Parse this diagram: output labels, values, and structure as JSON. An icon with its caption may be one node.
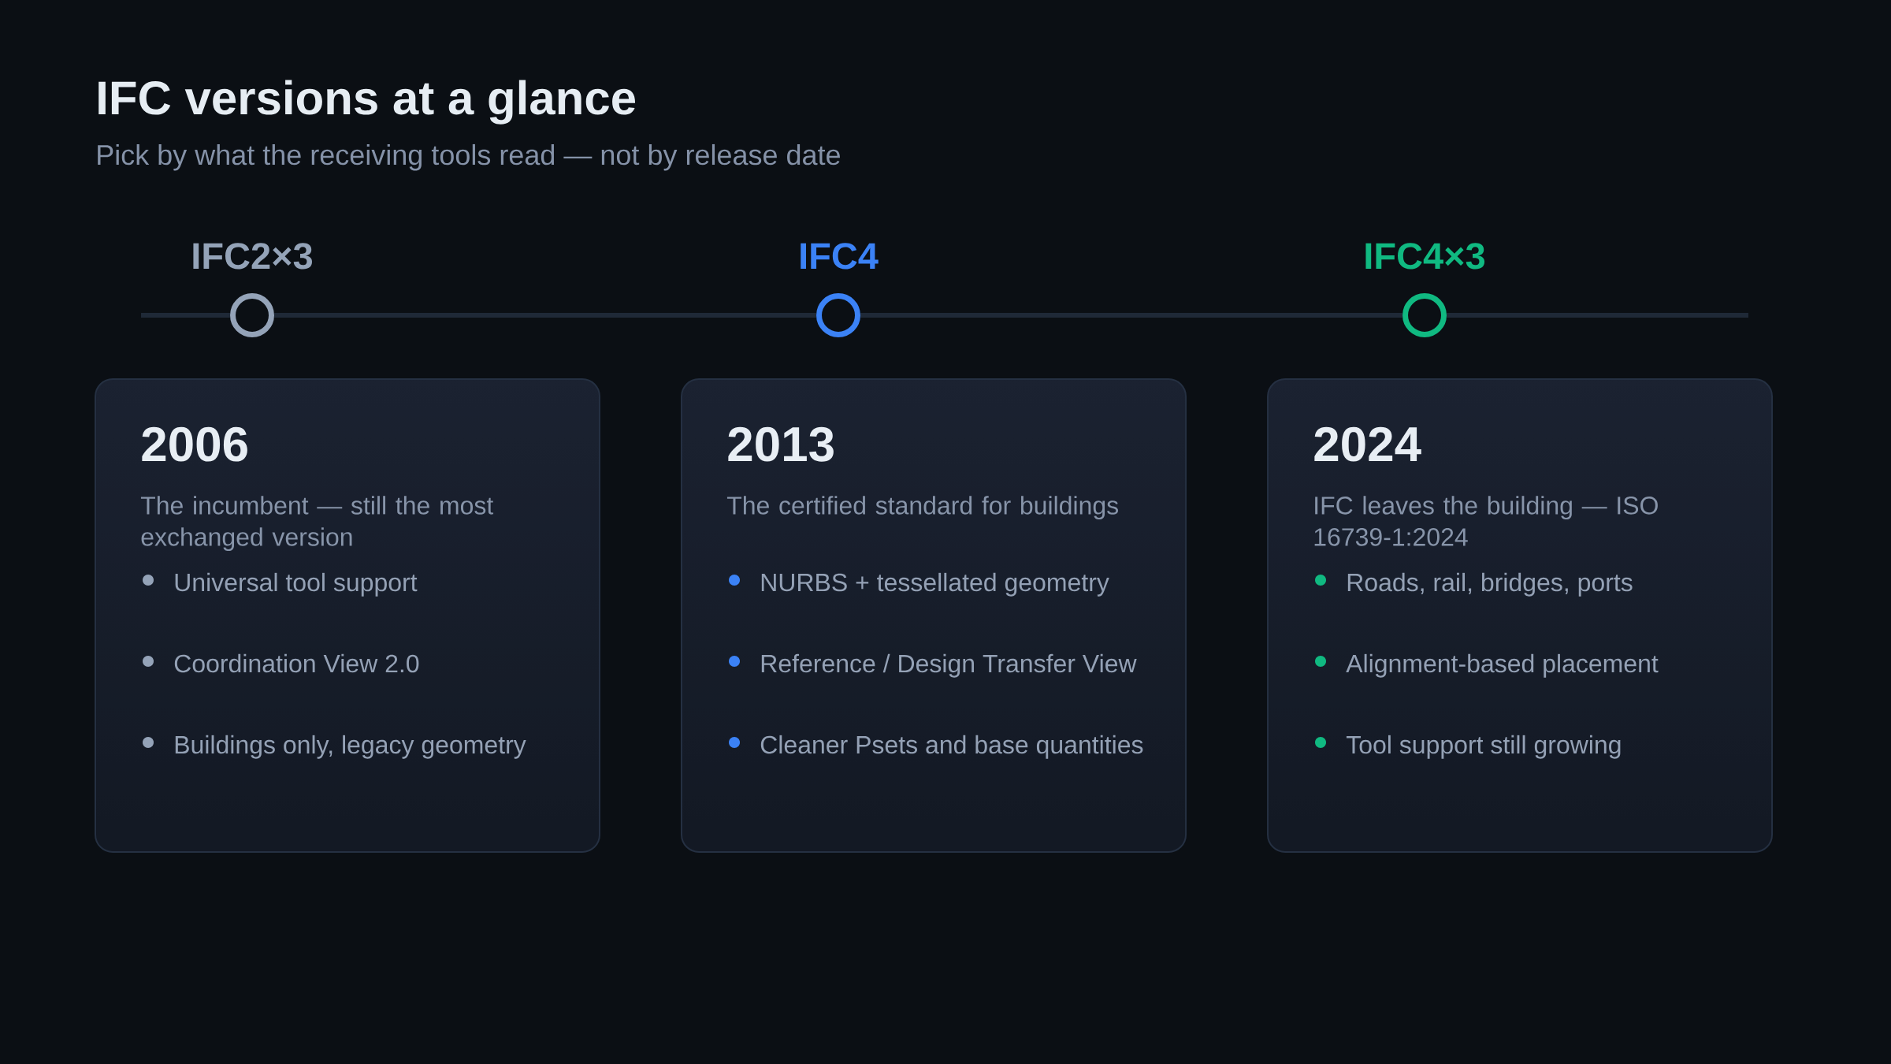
{
  "diagram": {
    "title": "IFC versions at a glance",
    "nodes": [
      {
        "text": [
          "IFC2×3"
        ]
      },
      {
        "text": [
          "IFC4"
        ]
      },
      {
        "text": [
          "IFC4×3"
        ]
      },
      {
        "text": [
          "2006",
          "The incumbent — still the most exchanged version",
          "Universal tool support",
          "Coordination View 2.0",
          "Buildings only, legacy geometry"
        ]
      },
      {
        "text": [
          "2013",
          "The certified standard for buildings",
          "NURBS + tessellated geometry",
          "Reference / Design Transfer View",
          "Cleaner Psets and base quantities"
        ]
      },
      {
        "text": [
          "2024",
          "IFC leaves the building — ISO 16739-1:2024",
          "Roads, rail, bridges, ports",
          "Alignment-based placement",
          "Tool support still growing"
        ]
      }
    ],
    "edges": [
      {
        "from": 0,
        "to": 1,
        "arrow": "none"
      },
      {
        "from": 1,
        "to": 2,
        "arrow": "none"
      }
    ],
    "labels": [
      "Pick by what the receiving tools read — not by release date"
    ]
  }
}
